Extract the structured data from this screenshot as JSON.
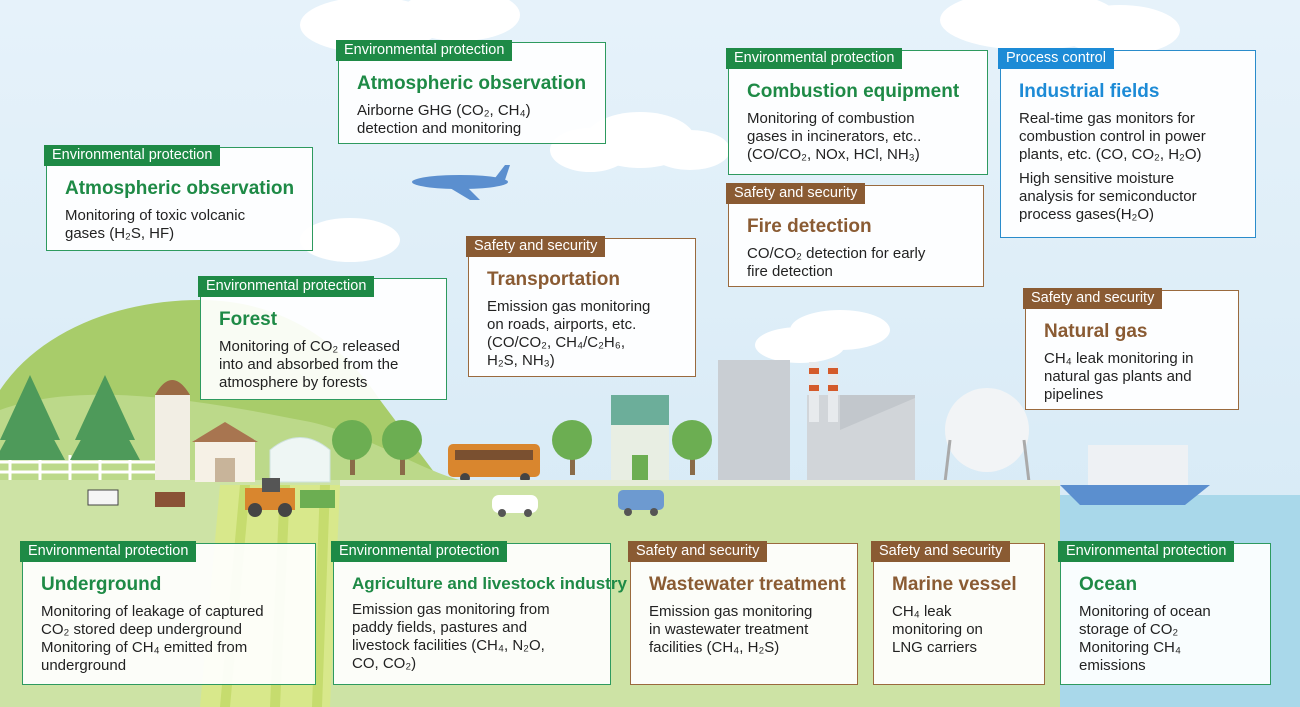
{
  "categories": {
    "env": "Environmental protection",
    "safety": "Safety and security",
    "process": "Process control"
  },
  "cards": {
    "airborne": {
      "category": "Environmental protection",
      "title": "Atmospheric observation",
      "desc": "Airborne GHG (CO₂, CH₄)\ndetection and monitoring"
    },
    "volcanic": {
      "category": "Environmental protection",
      "title": "Atmospheric observation",
      "desc": "Monitoring of toxic volcanic\ngases (H₂S, HF)"
    },
    "forest": {
      "category": "Environmental protection",
      "title": "Forest",
      "desc": "Monitoring of CO₂ released\ninto and absorbed from the\natmosphere by forests"
    },
    "transportation": {
      "category": "Safety and security",
      "title": "Transportation",
      "desc": "Emission gas monitoring\non roads, airports, etc.\n(CO/CO₂, CH₄/C₂H₆,\nH₂S, NH₃)"
    },
    "combustion": {
      "category": "Environmental protection",
      "title": "Combustion equipment",
      "desc": "Monitoring of combustion\ngases in incinerators, etc..\n(CO/CO₂, NOx, HCl, NH₃)"
    },
    "industrial": {
      "category": "Process control",
      "title": "Industrial fields",
      "desc": "Real-time gas monitors for\ncombustion control in power\nplants, etc. (CO, CO₂, H₂O)",
      "desc2": "High sensitive moisture\nanalysis for semiconductor\nprocess gases(H₂O)"
    },
    "fire": {
      "category": "Safety and security",
      "title": "Fire detection",
      "desc": "CO/CO₂ detection for early\nfire detection"
    },
    "natural_gas": {
      "category": "Safety and security",
      "title": "Natural gas",
      "desc": "CH₄ leak monitoring in\nnatural gas plants and\npipelines"
    },
    "underground": {
      "category": "Environmental protection",
      "title": "Underground",
      "desc": "Monitoring of leakage of captured\nCO₂ stored deep underground\nMonitoring of CH₄ emitted from\nunderground"
    },
    "agriculture": {
      "category": "Environmental protection",
      "title": "Agriculture and livestock industry",
      "desc": "Emission gas monitoring from\npaddy fields, pastures and\nlivestock facilities (CH₄, N₂O,\nCO, CO₂)"
    },
    "wastewater": {
      "category": "Safety and security",
      "title": "Wastewater treatment",
      "desc": "Emission gas monitoring\nin wastewater treatment\nfacilities (CH₄, H₂S)"
    },
    "marine": {
      "category": "Safety and security",
      "title": "Marine vessel",
      "desc": "CH₄ leak\nmonitoring on\nLNG carriers"
    },
    "ocean": {
      "category": "Environmental protection",
      "title": "Ocean",
      "desc": "Monitoring of ocean\nstorage of CO₂\nMonitoring CH₄\nemissions"
    }
  },
  "colors": {
    "env": "#1e8a46",
    "safety": "#8a5b33",
    "process": "#1d8bd6",
    "sky": "#dcecf7",
    "grass": "#b8d77f",
    "sea": "#a9d8ea"
  }
}
